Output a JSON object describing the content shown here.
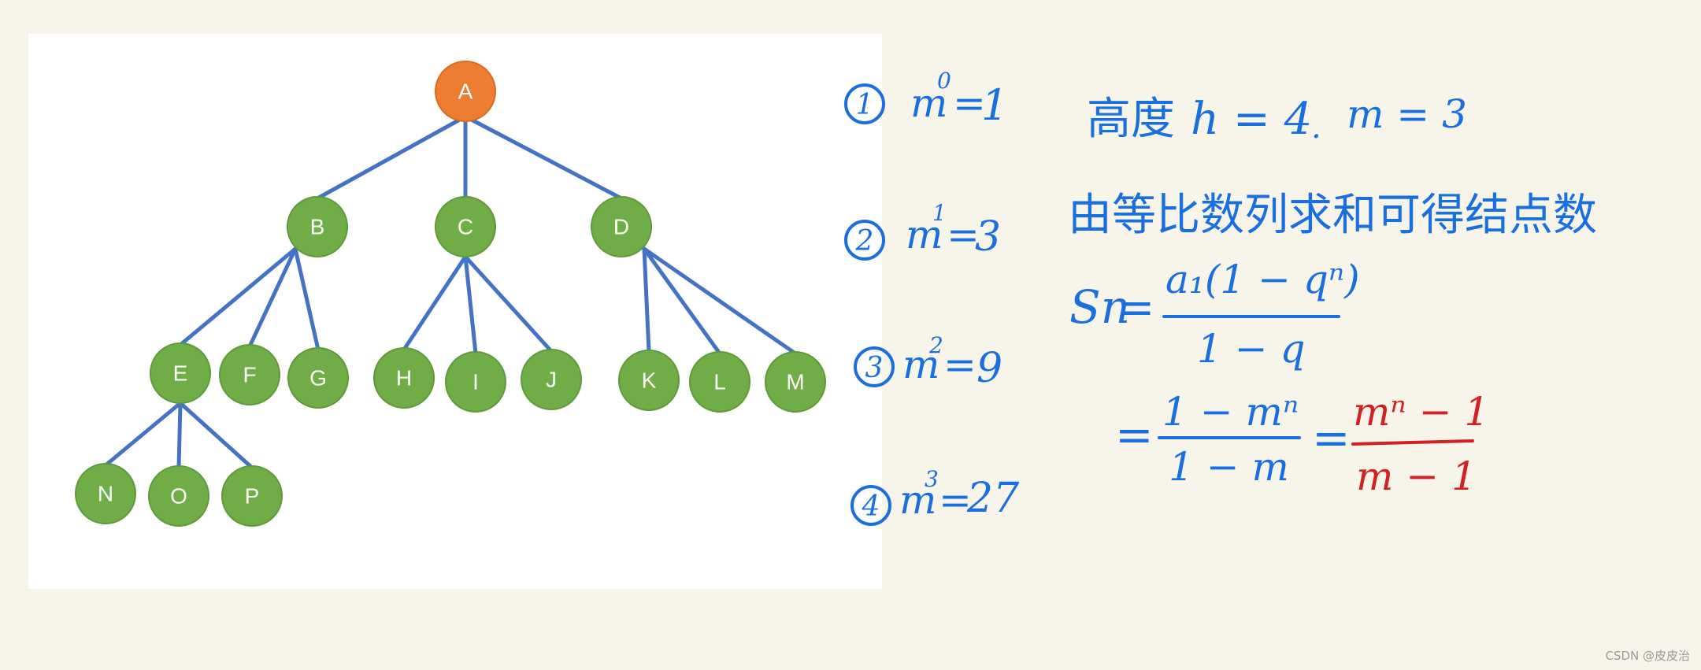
{
  "tree": {
    "nodes": [
      {
        "id": "A",
        "label": "A",
        "root": true
      },
      {
        "id": "B",
        "label": "B"
      },
      {
        "id": "C",
        "label": "C"
      },
      {
        "id": "D",
        "label": "D"
      },
      {
        "id": "E",
        "label": "E"
      },
      {
        "id": "F",
        "label": "F"
      },
      {
        "id": "G",
        "label": "G"
      },
      {
        "id": "H",
        "label": "H"
      },
      {
        "id": "I",
        "label": "I"
      },
      {
        "id": "J",
        "label": "J"
      },
      {
        "id": "K",
        "label": "K"
      },
      {
        "id": "L",
        "label": "L"
      },
      {
        "id": "M",
        "label": "M"
      },
      {
        "id": "N",
        "label": "N"
      },
      {
        "id": "O",
        "label": "O"
      },
      {
        "id": "P",
        "label": "P"
      }
    ],
    "edges": [
      [
        "A",
        "B"
      ],
      [
        "A",
        "C"
      ],
      [
        "A",
        "D"
      ],
      [
        "B",
        "E"
      ],
      [
        "B",
        "F"
      ],
      [
        "B",
        "G"
      ],
      [
        "C",
        "H"
      ],
      [
        "C",
        "I"
      ],
      [
        "C",
        "J"
      ],
      [
        "D",
        "K"
      ],
      [
        "D",
        "L"
      ],
      [
        "D",
        "M"
      ],
      [
        "E",
        "N"
      ],
      [
        "E",
        "O"
      ],
      [
        "E",
        "P"
      ]
    ],
    "colors": {
      "root": "#ed7d31",
      "node": "#70ad47",
      "edge": "#4472c4"
    }
  },
  "levels": [
    {
      "index": "1",
      "base": "m",
      "exp": "0",
      "value": "1"
    },
    {
      "index": "2",
      "base": "m",
      "exp": "1",
      "value": "3"
    },
    {
      "index": "3",
      "base": "m",
      "exp": "2",
      "value": "9"
    },
    {
      "index": "4",
      "base": "m",
      "exp": "3",
      "value": "27"
    }
  ],
  "derivation": {
    "height_label": "高度",
    "height_expr": "h = 4",
    "m_expr": "m = 3",
    "method_text": "由等比数列求和可得结点数",
    "sn_lhs": "Sn",
    "sn_num": "a₁(1 − qⁿ)",
    "sn_den": "1 − q",
    "step2_num": "1 − mⁿ",
    "step2_den": "1 − m",
    "result_num": "mⁿ − 1",
    "result_den": "m − 1",
    "ink_blue": "#1a6fe0",
    "ink_red": "#d42020"
  },
  "watermark": "CSDN @皮皮治"
}
